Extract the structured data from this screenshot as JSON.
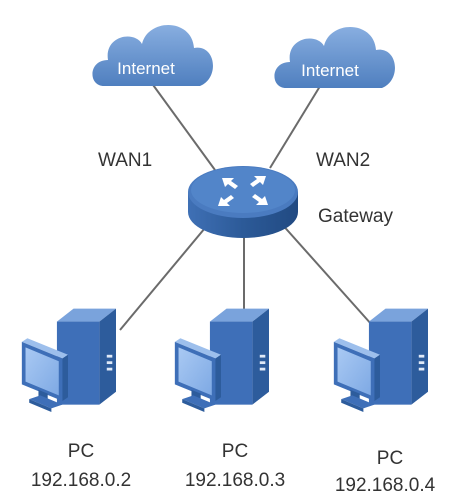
{
  "clouds": [
    {
      "label": "Internet"
    },
    {
      "label": "Internet"
    }
  ],
  "links": {
    "wan1": "WAN1",
    "wan2": "WAN2"
  },
  "gateway": {
    "label": "Gateway"
  },
  "pcs": [
    {
      "name": "PC",
      "ip": "192.168.0.2"
    },
    {
      "name": "PC",
      "ip": "192.168.0.3"
    },
    {
      "name": "PC",
      "ip": "192.168.0.4"
    }
  ],
  "colors": {
    "cloud": "#4f7fbf",
    "cloud_light": "#88aee0",
    "router_top": "#4a7bc0",
    "router_side": "#2f5f9f",
    "pc_body": "#3e6fb8",
    "pc_side": "#6f9ad6",
    "screen": "#8fb8ee",
    "line": "#6b6b6b",
    "text": "#333333"
  },
  "icons": [
    "cloud-icon",
    "router-icon",
    "pc-icon"
  ]
}
